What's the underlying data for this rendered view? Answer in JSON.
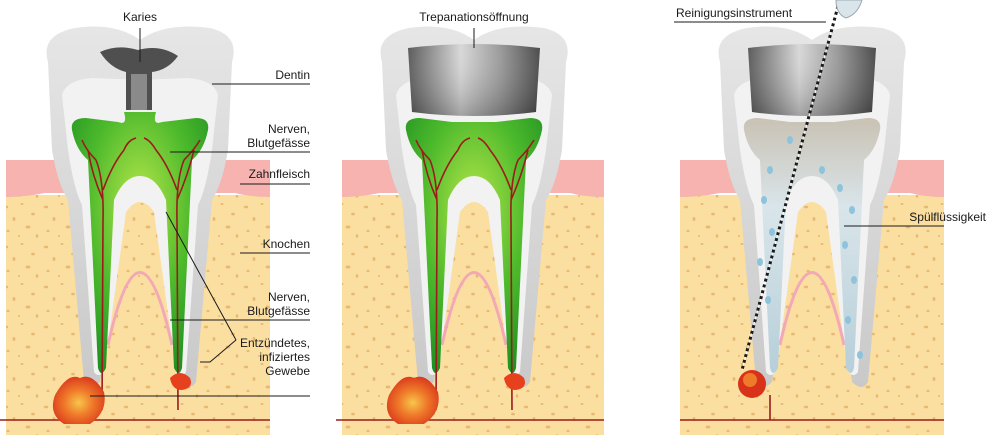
{
  "panels": [
    {
      "labels": {
        "karies": "Karies",
        "dentin": "Dentin",
        "nerven_upper_1": "Nerven,",
        "nerven_upper_2": "Blutgefässe",
        "zahnfleisch": "Zahnfleisch",
        "knochen": "Knochen",
        "nerven_lower_1": "Nerven,",
        "nerven_lower_2": "Blutgefässe",
        "gewebe_1": "Entzündetes,",
        "gewebe_2": "infiziertes",
        "gewebe_3": "Gewebe"
      }
    },
    {
      "labels": {
        "trepanation": "Trepanationsöffnung"
      }
    },
    {
      "labels": {
        "instrument": "Reinigungsinstrument",
        "spuel": "Spülflüssigkeit"
      }
    }
  ],
  "colors": {
    "bone": "#fbdfa0",
    "bone_spot": "#e9b872",
    "gum": "#f6b3b0",
    "enamel": "#d9d9d9",
    "dentin": "#f0f0f0",
    "pulp": "#45b62e",
    "nerve": "#9c1b1b",
    "infection": "#e6401e",
    "filling": "#8c8c8c",
    "caries": "#555555",
    "irrigation": "#c9dde6"
  }
}
